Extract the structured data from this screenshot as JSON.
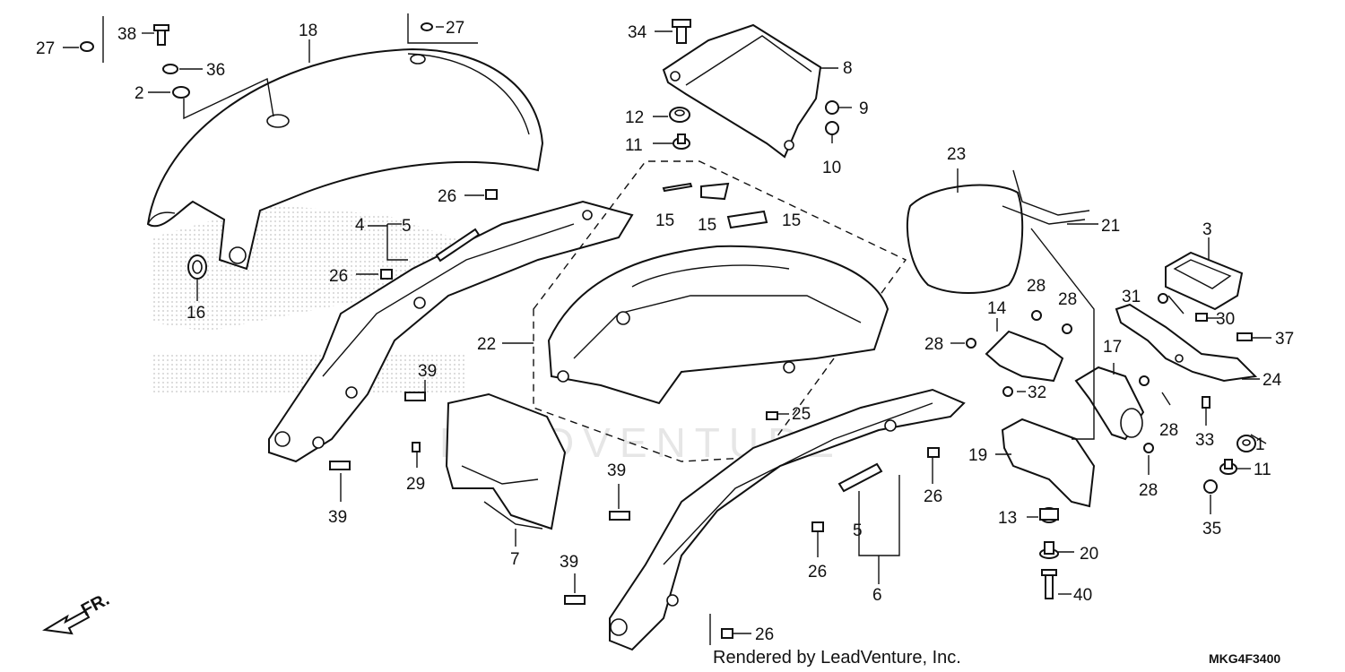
{
  "diagram": {
    "callouts": [
      "1",
      "2",
      "3",
      "4",
      "5",
      "6",
      "7",
      "8",
      "9",
      "10",
      "11",
      "12",
      "13",
      "14",
      "15",
      "16",
      "17",
      "18",
      "19",
      "20",
      "21",
      "22",
      "23",
      "24",
      "25",
      "26",
      "27",
      "28",
      "29",
      "30",
      "31",
      "32",
      "33",
      "34",
      "35",
      "36",
      "37",
      "38",
      "39",
      "40"
    ],
    "front_indicator": "FR.",
    "footer_credit": "Rendered by LeadVenture, Inc.",
    "diagram_code": "MKG4F3400",
    "watermark_text": "LEADVENTURE"
  }
}
